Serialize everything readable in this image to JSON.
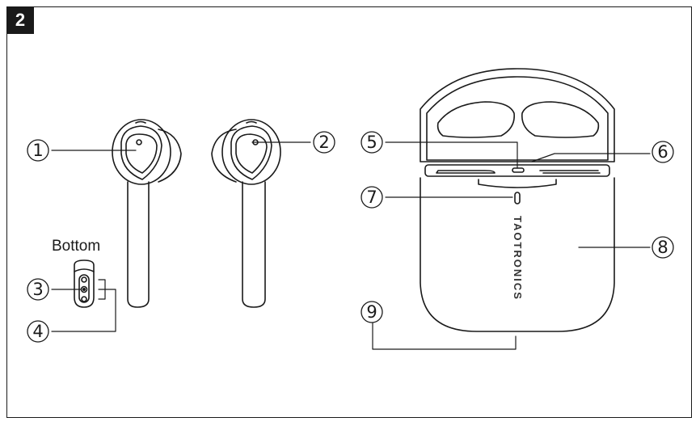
{
  "step": "2",
  "bottom_label": "Bottom",
  "brand": "TAOTRONICS",
  "callouts": {
    "c1": "1",
    "c2": "2",
    "c3": "3",
    "c4": "4",
    "c5": "5",
    "c6": "6",
    "c7": "7",
    "c8": "8",
    "c9": "9"
  }
}
